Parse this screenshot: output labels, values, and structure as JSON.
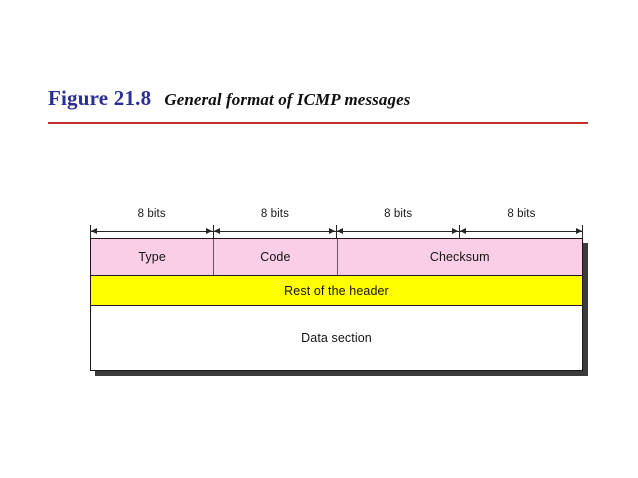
{
  "figure": {
    "number": "Figure 21.8",
    "caption": "General format of ICMP messages",
    "number_color": "#2b2f8f",
    "rule_color": "#c0302c"
  },
  "diagram": {
    "type": "packet-format-diagram",
    "bit_ruler": {
      "segments": [
        "8 bits",
        "8 bits",
        "8 bits",
        "8 bits"
      ],
      "total_bits": 32
    },
    "rows": [
      {
        "name": "icmp-header-row",
        "background": "#f9cee6",
        "cells": [
          {
            "label": "Type",
            "bits": 8
          },
          {
            "label": "Code",
            "bits": 8
          },
          {
            "label": "Checksum",
            "bits": 16
          }
        ]
      },
      {
        "name": "rest-of-header-row",
        "background": "#ffff00",
        "cells": [
          {
            "label": "Rest of the header",
            "bits": 32
          }
        ]
      },
      {
        "name": "data-section-row",
        "background": "#ffffff",
        "cells": [
          {
            "label": "Data section",
            "bits": 32
          }
        ]
      }
    ]
  }
}
